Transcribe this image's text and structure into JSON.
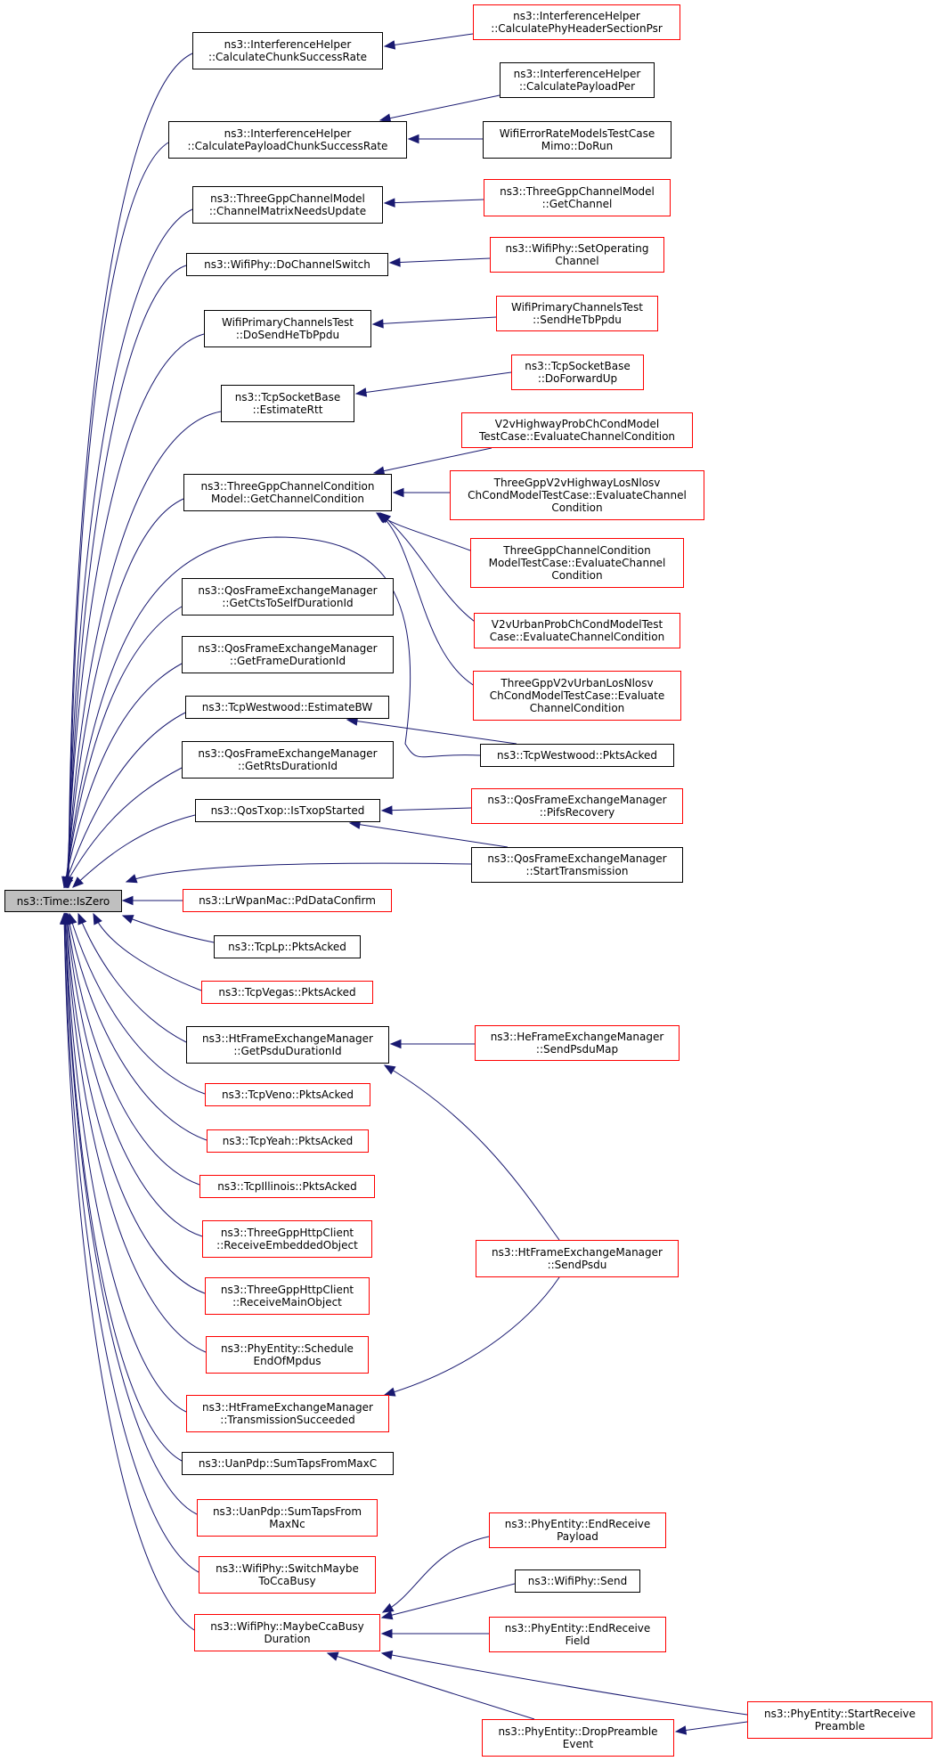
{
  "colors": {
    "edge": "#191970",
    "highlight_border": "#ff0000",
    "normal_border": "#000000",
    "root_fill": "#bfbfbf"
  },
  "root": {
    "id": "root",
    "lines": [
      "ns3::Time::IsZero"
    ]
  },
  "callers": [
    {
      "id": "n1",
      "lines": [
        "ns3::InterferenceHelper",
        "::CalculateChunkSuccessRate"
      ],
      "red": false
    },
    {
      "id": "n2",
      "lines": [
        "ns3::InterferenceHelper",
        "::CalculatePayloadChunkSuccessRate"
      ],
      "red": false
    },
    {
      "id": "n3",
      "lines": [
        "ns3::ThreeGppChannelModel",
        "::ChannelMatrixNeedsUpdate"
      ],
      "red": false
    },
    {
      "id": "n4",
      "lines": [
        "ns3::WifiPhy::DoChannelSwitch"
      ],
      "red": false
    },
    {
      "id": "n5",
      "lines": [
        "WifiPrimaryChannelsTest",
        "::DoSendHeTbPpdu"
      ],
      "red": false
    },
    {
      "id": "n6",
      "lines": [
        "ns3::TcpSocketBase",
        "::EstimateRtt"
      ],
      "red": false
    },
    {
      "id": "n7",
      "lines": [
        "ns3::ThreeGppChannelCondition",
        "Model::GetChannelCondition"
      ],
      "red": false
    },
    {
      "id": "n8",
      "lines": [
        "ns3::QosFrameExchangeManager",
        "::GetCtsToSelfDurationId"
      ],
      "red": false
    },
    {
      "id": "n9",
      "lines": [
        "ns3::QosFrameExchangeManager",
        "::GetFrameDurationId"
      ],
      "red": false
    },
    {
      "id": "n10",
      "lines": [
        "ns3::TcpWestwood::EstimateBW"
      ],
      "red": false
    },
    {
      "id": "n11",
      "lines": [
        "ns3::QosFrameExchangeManager",
        "::GetRtsDurationId"
      ],
      "red": false
    },
    {
      "id": "n12",
      "lines": [
        "ns3::QosTxop::IsTxopStarted"
      ],
      "red": false
    },
    {
      "id": "n13",
      "lines": [
        "ns3::LrWpanMac::PdDataConfirm"
      ],
      "red": true
    },
    {
      "id": "n14",
      "lines": [
        "ns3::TcpLp::PktsAcked"
      ],
      "red": false
    },
    {
      "id": "n15",
      "lines": [
        "ns3::TcpVegas::PktsAcked"
      ],
      "red": true
    },
    {
      "id": "n16",
      "lines": [
        "ns3::HtFrameExchangeManager",
        "::GetPsduDurationId"
      ],
      "red": false
    },
    {
      "id": "n17",
      "lines": [
        "ns3::TcpVeno::PktsAcked"
      ],
      "red": true
    },
    {
      "id": "n18",
      "lines": [
        "ns3::TcpYeah::PktsAcked"
      ],
      "red": true
    },
    {
      "id": "n19",
      "lines": [
        "ns3::TcpIllinois::PktsAcked"
      ],
      "red": true
    },
    {
      "id": "n20",
      "lines": [
        "ns3::ThreeGppHttpClient",
        "::ReceiveEmbeddedObject"
      ],
      "red": true
    },
    {
      "id": "n21",
      "lines": [
        "ns3::ThreeGppHttpClient",
        "::ReceiveMainObject"
      ],
      "red": true
    },
    {
      "id": "n22",
      "lines": [
        "ns3::PhyEntity::Schedule",
        "EndOfMpdus"
      ],
      "red": true
    },
    {
      "id": "n23",
      "lines": [
        "ns3::HtFrameExchangeManager",
        "::TransmissionSucceeded"
      ],
      "red": true
    },
    {
      "id": "n24",
      "lines": [
        "ns3::UanPdp::SumTapsFromMaxC"
      ],
      "red": false
    },
    {
      "id": "n25",
      "lines": [
        "ns3::UanPdp::SumTapsFrom",
        "MaxNc"
      ],
      "red": true
    },
    {
      "id": "n26",
      "lines": [
        "ns3::WifiPhy::SwitchMaybe",
        "ToCcaBusy"
      ],
      "red": true
    },
    {
      "id": "n27",
      "lines": [
        "ns3::WifiPhy::MaybeCcaBusy",
        "Duration"
      ],
      "red": true
    }
  ],
  "outer": [
    {
      "id": "o1",
      "lines": [
        "ns3::InterferenceHelper",
        "::CalculatePhyHeaderSectionPsr"
      ],
      "red": true
    },
    {
      "id": "o2",
      "lines": [
        "ns3::InterferenceHelper",
        "::CalculatePayloadPer"
      ],
      "red": false
    },
    {
      "id": "o3",
      "lines": [
        "WifiErrorRateModelsTestCase",
        "Mimo::DoRun"
      ],
      "red": false
    },
    {
      "id": "o4",
      "lines": [
        "ns3::ThreeGppChannelModel",
        "::GetChannel"
      ],
      "red": true
    },
    {
      "id": "o5",
      "lines": [
        "ns3::WifiPhy::SetOperating",
        "Channel"
      ],
      "red": true
    },
    {
      "id": "o6",
      "lines": [
        "WifiPrimaryChannelsTest",
        "::SendHeTbPpdu"
      ],
      "red": true
    },
    {
      "id": "o7",
      "lines": [
        "ns3::TcpSocketBase",
        "::DoForwardUp"
      ],
      "red": true
    },
    {
      "id": "o8",
      "lines": [
        "V2vHighwayProbChCondModel",
        "TestCase::EvaluateChannelCondition"
      ],
      "red": true
    },
    {
      "id": "o9",
      "lines": [
        "ThreeGppV2vHighwayLosNlosv",
        "ChCondModelTestCase::EvaluateChannel",
        "Condition"
      ],
      "red": true
    },
    {
      "id": "o10",
      "lines": [
        "ThreeGppChannelCondition",
        "ModelTestCase::EvaluateChannel",
        "Condition"
      ],
      "red": true
    },
    {
      "id": "o11",
      "lines": [
        "V2vUrbanProbChCondModelTest",
        "Case::EvaluateChannelCondition"
      ],
      "red": true
    },
    {
      "id": "o12",
      "lines": [
        "ThreeGppV2vUrbanLosNlosv",
        "ChCondModelTestCase::Evaluate",
        "ChannelCondition"
      ],
      "red": true
    },
    {
      "id": "o13",
      "lines": [
        "ns3::TcpWestwood::PktsAcked"
      ],
      "red": false
    },
    {
      "id": "o14",
      "lines": [
        "ns3::QosFrameExchangeManager",
        "::PifsRecovery"
      ],
      "red": true
    },
    {
      "id": "o15",
      "lines": [
        "ns3::QosFrameExchangeManager",
        "::StartTransmission"
      ],
      "red": false
    },
    {
      "id": "o16",
      "lines": [
        "ns3::HeFrameExchangeManager",
        "::SendPsduMap"
      ],
      "red": true
    },
    {
      "id": "o17",
      "lines": [
        "ns3::HtFrameExchangeManager",
        "::SendPsdu"
      ],
      "red": true
    },
    {
      "id": "o18",
      "lines": [
        "ns3::PhyEntity::EndReceive",
        "Payload"
      ],
      "red": true
    },
    {
      "id": "o19",
      "lines": [
        "ns3::WifiPhy::Send"
      ],
      "red": false
    },
    {
      "id": "o20",
      "lines": [
        "ns3::PhyEntity::EndReceive",
        "Field"
      ],
      "red": true
    },
    {
      "id": "o21",
      "lines": [
        "ns3::PhyEntity::DropPreamble",
        "Event"
      ],
      "red": true
    },
    {
      "id": "o22",
      "lines": [
        "ns3::PhyEntity::StartReceive",
        "Preamble"
      ],
      "red": true
    }
  ],
  "edges": [
    [
      "n1",
      "root"
    ],
    [
      "n2",
      "root"
    ],
    [
      "n3",
      "root"
    ],
    [
      "n4",
      "root"
    ],
    [
      "n5",
      "root"
    ],
    [
      "n6",
      "root"
    ],
    [
      "n7",
      "root"
    ],
    [
      "o13",
      "root"
    ],
    [
      "n8",
      "root"
    ],
    [
      "n9",
      "root"
    ],
    [
      "n10",
      "root"
    ],
    [
      "n11",
      "root"
    ],
    [
      "n12",
      "root"
    ],
    [
      "o15",
      "root"
    ],
    [
      "n13",
      "root"
    ],
    [
      "n14",
      "root"
    ],
    [
      "n15",
      "root"
    ],
    [
      "n16",
      "root"
    ],
    [
      "n17",
      "root"
    ],
    [
      "n18",
      "root"
    ],
    [
      "n19",
      "root"
    ],
    [
      "n20",
      "root"
    ],
    [
      "n21",
      "root"
    ],
    [
      "n22",
      "root"
    ],
    [
      "n23",
      "root"
    ],
    [
      "n24",
      "root"
    ],
    [
      "n25",
      "root"
    ],
    [
      "n26",
      "root"
    ],
    [
      "n27",
      "root"
    ],
    [
      "o1",
      "n1"
    ],
    [
      "o2",
      "n2"
    ],
    [
      "o3",
      "n2"
    ],
    [
      "o4",
      "n3"
    ],
    [
      "o5",
      "n4"
    ],
    [
      "o6",
      "n5"
    ],
    [
      "o7",
      "n6"
    ],
    [
      "o8",
      "n7"
    ],
    [
      "o9",
      "n7"
    ],
    [
      "o10",
      "n7"
    ],
    [
      "o11",
      "n7"
    ],
    [
      "o12",
      "n7"
    ],
    [
      "o13",
      "n10"
    ],
    [
      "o14",
      "n12"
    ],
    [
      "o15",
      "n12"
    ],
    [
      "o16",
      "n16"
    ],
    [
      "o17",
      "n16"
    ],
    [
      "o17",
      "n23"
    ],
    [
      "o18",
      "n27"
    ],
    [
      "o19",
      "n27"
    ],
    [
      "o20",
      "n27"
    ],
    [
      "o21",
      "n27"
    ],
    [
      "o22",
      "n27"
    ],
    [
      "o22",
      "o21"
    ]
  ]
}
